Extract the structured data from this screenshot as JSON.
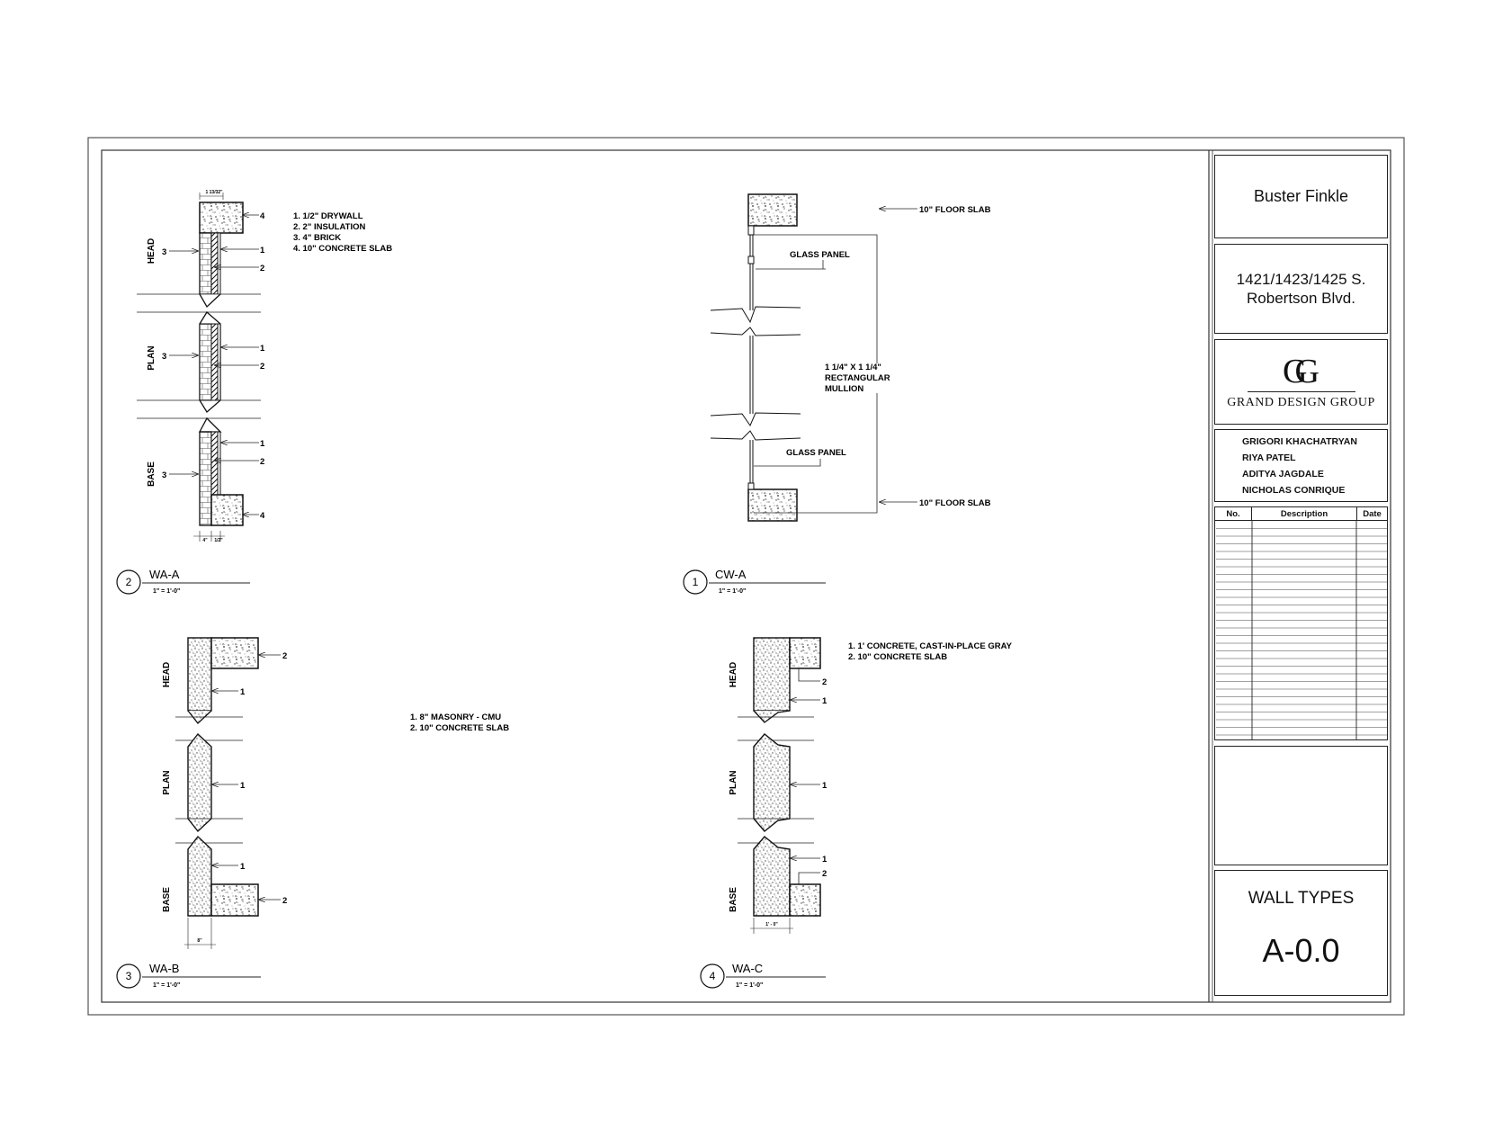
{
  "title_block": {
    "client": "Buster Finkle",
    "address_line1": "1421/1423/1425 S.",
    "address_line2": "Robertson Blvd.",
    "logo_mark": "GG",
    "logo_text": "GRAND DESIGN GROUP",
    "team": [
      "GRIGORI KHACHATRYAN",
      "RIYA PATEL",
      "ADITYA JAGDALE",
      "NICHOLAS CONRIQUE"
    ],
    "revision_headers": {
      "no": "No.",
      "description": "Description",
      "date": "Date"
    },
    "sheet_title": "WALL TYPES",
    "sheet_number": "A-0.0"
  },
  "details": {
    "wa_a": {
      "number": "2",
      "name": "WA-A",
      "scale": "1\" = 1'-0\"",
      "notes": [
        "1. 1/2\" DRYWALL",
        "2. 2\" INSULATION",
        "3. 4\" BRICK",
        "4. 10\" CONCRETE SLAB"
      ],
      "section_labels": [
        "HEAD",
        "PLAN",
        "BASE"
      ],
      "top_dim": "1 13/32\"",
      "bottom_dims": [
        "4\"",
        "1/2\""
      ],
      "callouts": {
        "c1": "1",
        "c2": "2",
        "c3": "3",
        "c4": "4"
      }
    },
    "cw_a": {
      "number": "1",
      "name": "CW-A",
      "scale": "1\" = 1'-0\"",
      "floor_slab": "10\" FLOOR SLAB",
      "glass_panel": "GLASS PANEL",
      "mullion": [
        "1 1/4\" X 1 1/4\"",
        "RECTANGULAR",
        "MULLION"
      ]
    },
    "wa_b": {
      "number": "3",
      "name": "WA-B",
      "scale": "1\" = 1'-0\"",
      "notes": [
        "1. 8\" MASONRY - CMU",
        "2. 10\" CONCRETE SLAB"
      ],
      "section_labels": [
        "HEAD",
        "PLAN",
        "BASE"
      ],
      "dim": "8\"",
      "callouts": {
        "c1": "1",
        "c2": "2"
      }
    },
    "wa_c": {
      "number": "4",
      "name": "WA-C",
      "scale": "1\" = 1'-0\"",
      "notes": [
        "1. 1' CONCRETE, CAST-IN-PLACE GRAY",
        "2. 10\" CONCRETE SLAB"
      ],
      "section_labels": [
        "HEAD",
        "PLAN",
        "BASE"
      ],
      "dim": "1' - 0\"",
      "callouts": {
        "c1": "1",
        "c2": "2"
      }
    }
  }
}
